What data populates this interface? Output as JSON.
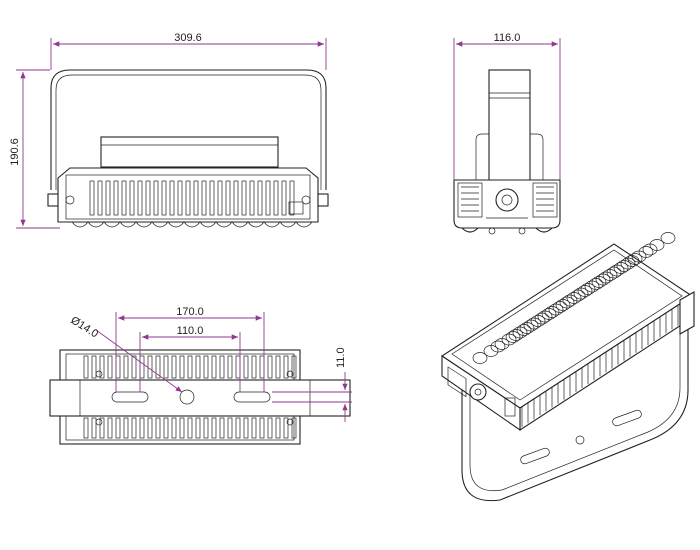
{
  "colors": {
    "line": "#222222",
    "dimension": "#8e3a8e",
    "background": "#ffffff"
  },
  "front_view": {
    "width_label": "309.6",
    "height_label": "190.6"
  },
  "side_view": {
    "width_label": "116.0"
  },
  "bottom_view": {
    "outer_spacing_label": "170.0",
    "inner_spacing_label": "110.0",
    "hole_diameter_label": "Ø14.0",
    "slot_width_label": "11.0"
  }
}
